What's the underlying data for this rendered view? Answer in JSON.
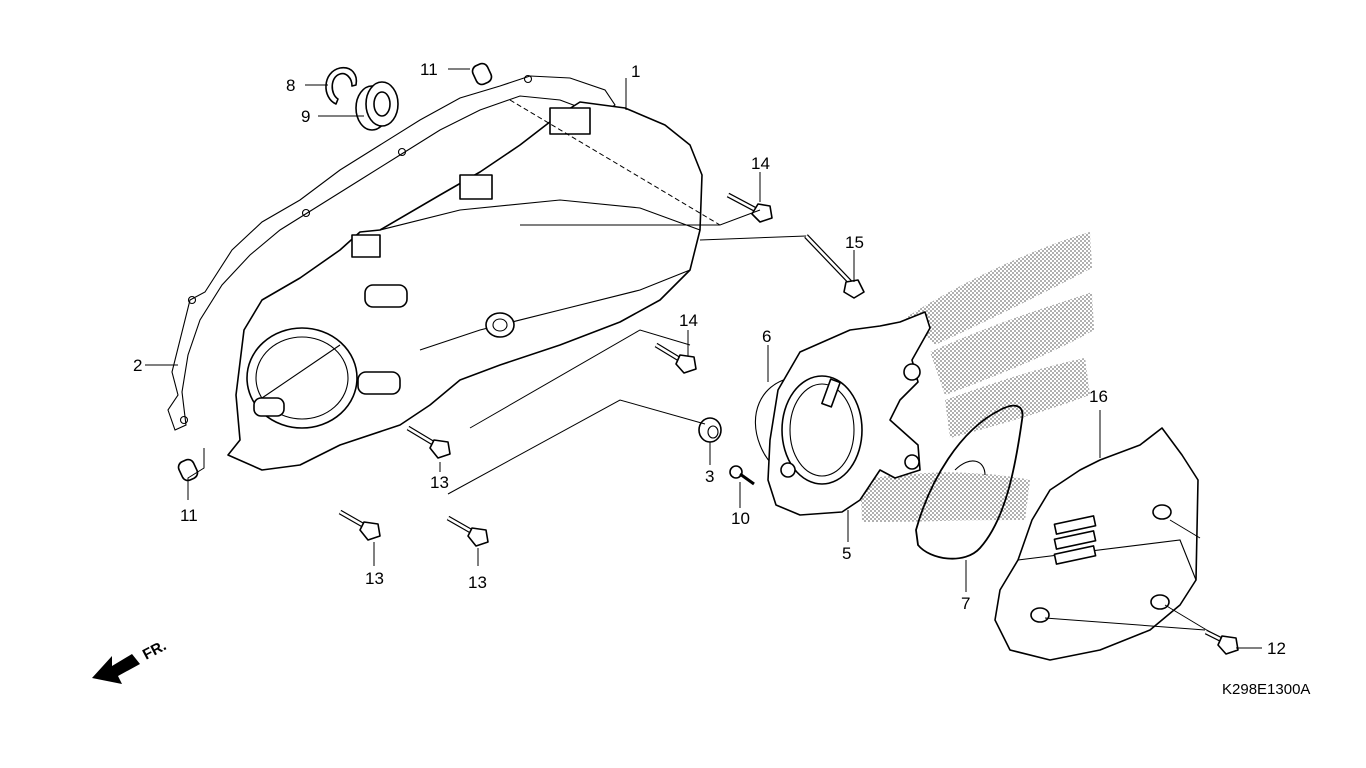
{
  "diagram": {
    "callouts": [
      {
        "id": "c1",
        "text": "1"
      },
      {
        "id": "c2",
        "text": "2"
      },
      {
        "id": "c3",
        "text": "3"
      },
      {
        "id": "c5",
        "text": "5"
      },
      {
        "id": "c6",
        "text": "6"
      },
      {
        "id": "c7",
        "text": "7"
      },
      {
        "id": "c8",
        "text": "8"
      },
      {
        "id": "c9",
        "text": "9"
      },
      {
        "id": "c10",
        "text": "10"
      },
      {
        "id": "c11a",
        "text": "11"
      },
      {
        "id": "c11b",
        "text": "11"
      },
      {
        "id": "c12",
        "text": "12"
      },
      {
        "id": "c13a",
        "text": "13"
      },
      {
        "id": "c13b",
        "text": "13"
      },
      {
        "id": "c13c",
        "text": "13"
      },
      {
        "id": "c14a",
        "text": "14"
      },
      {
        "id": "c14b",
        "text": "14"
      },
      {
        "id": "c15",
        "text": "15"
      },
      {
        "id": "c16",
        "text": "16"
      }
    ],
    "front_label": "FR.",
    "drawing_code": "K298E1300A"
  }
}
